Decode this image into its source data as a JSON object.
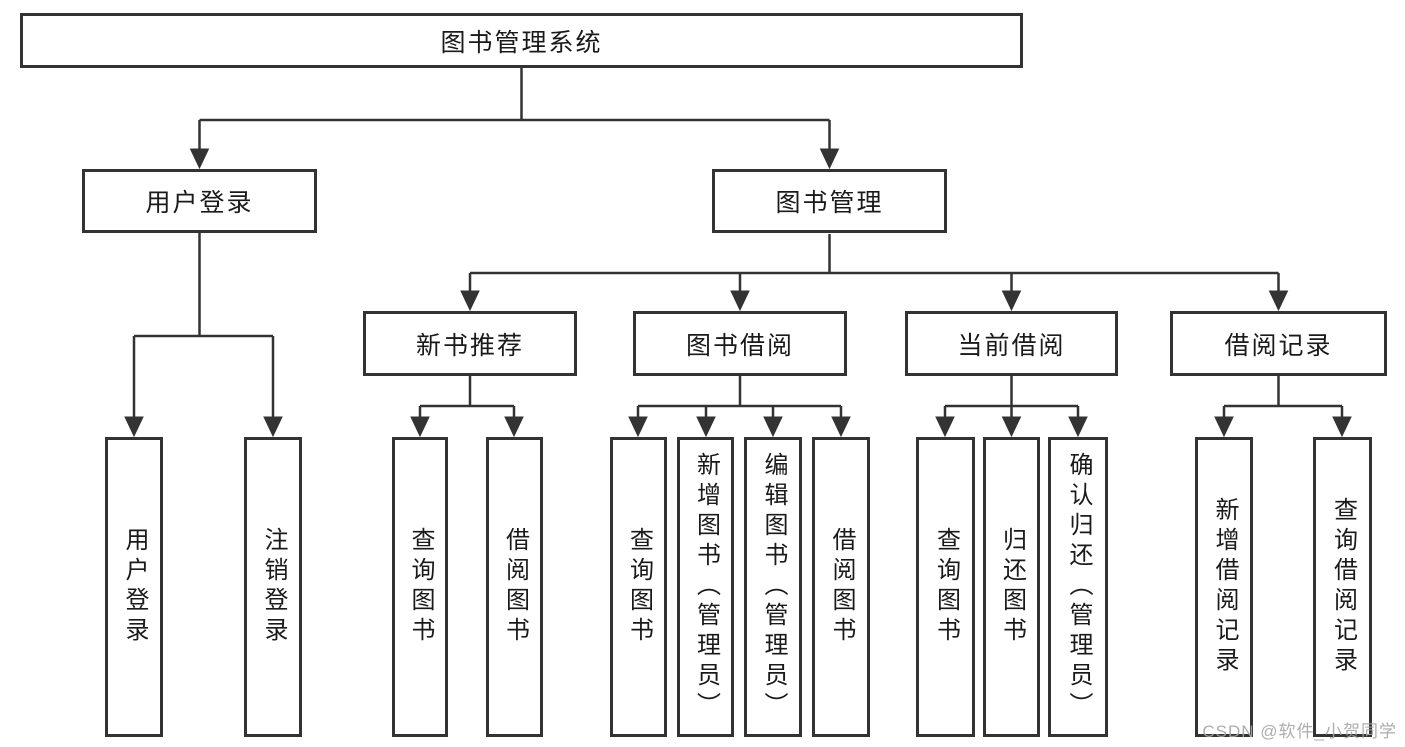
{
  "tree": {
    "label": "图书管理系统",
    "children": [
      {
        "label": "用户登录",
        "children": [
          {
            "label": "用户登录"
          },
          {
            "label": "注销登录"
          }
        ]
      },
      {
        "label": "图书管理",
        "children": [
          {
            "label": "新书推荐",
            "children": [
              {
                "label": "查询图书"
              },
              {
                "label": "借阅图书"
              }
            ]
          },
          {
            "label": "图书借阅",
            "children": [
              {
                "label": "查询图书"
              },
              {
                "label": "新增图书（管理员）"
              },
              {
                "label": "编辑图书（管理员）"
              },
              {
                "label": "借阅图书"
              }
            ]
          },
          {
            "label": "当前借阅",
            "children": [
              {
                "label": "查询图书"
              },
              {
                "label": "归还图书"
              },
              {
                "label": "确认归还（管理员）"
              }
            ]
          },
          {
            "label": "借阅记录",
            "children": [
              {
                "label": "新增借阅记录"
              },
              {
                "label": "查询借阅记录"
              }
            ]
          }
        ]
      }
    ]
  },
  "watermark": "CSDN @软件_小贺同学",
  "colors": {
    "line": "#333333",
    "box_border": "#333333",
    "text": "#1a1a1a",
    "watermark": "#a5a5a5",
    "background": "#ffffff"
  }
}
